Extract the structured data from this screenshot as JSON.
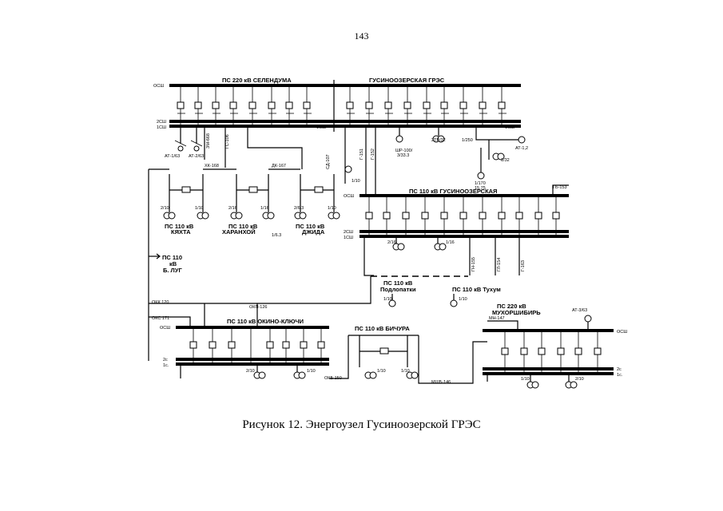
{
  "page_number": "143",
  "caption": "Рисунок 12.  Энергоузел Гусиноозерской ГРЭС",
  "substations": {
    "selenduma": "ПС 220 кВ СЕЛЕНДУМА",
    "gres": "ГУСИНООЗЕРСКАЯ ГРЭС",
    "gusinoozerskaya": "ПС 110 кВ ГУСИНООЗЕРСКАЯ",
    "kyakhta_1": "ПС 110 кВ",
    "kyakhta_2": "КЯХТА",
    "kharanhoy_1": "ПС 110 кВ",
    "kharanhoy_2": "ХАРАНХОЙ",
    "dzhida_1": "ПС 110 кВ",
    "dzhida_2": "ДЖИДА",
    "blug_1": "ПС 110",
    "blug_2": "кВ",
    "blug_3": "Б. ЛУГ",
    "podlopatki_1": "ПС 110 кВ",
    "podlopatki_2": "Подлопатки",
    "tukhum": "ПС 110 кВ Тухум",
    "mukhorshibir_1": "ПС 220 кВ",
    "mukhorshibir_2": "МУХОРШИБИРЬ",
    "okino": "ПС 110 кВ ОКИНО-КЛЮЧИ",
    "bichura": "ПС 110 кВ БИЧУРА"
  },
  "bus_labels": {
    "osh": "ОСШ",
    "sh2": "2СШ",
    "sh1": "1СШ",
    "c2": "2с",
    "c1": "1с."
  },
  "line_labels": {
    "hk168": "ХК-168",
    "dk167": "ДК-167",
    "okk120": "ОКК 120",
    "okp126": "ОКП-126",
    "okc171": "ОКС 171",
    "okb150": "ОКБ 150",
    "mshb146": "МШБ-146",
    "mn147": "МН-147",
    "gb153": "ГБ-153",
    "sd107": "СД-107",
    "g151": "Г-151",
    "g152": "Г-152",
    "gn155": "ГН-155",
    "gn154": "ГЛ-154",
    "g163": "Г-163",
    "zm668": "ЗМ-668",
    "gs106": "ГС-106",
    "at1_63": "АТ-1/63",
    "at2_63": "АТ-2/63",
    "at12": "АТ-1,2",
    "at3_63": "АТ-3/63",
    "shr": "ШР-100/",
    "shr2": "3/33.3",
    "t2tr": "2ТР/32",
    "t1_250": "1/250",
    "t1_32": "1/32",
    "t1_10": "1/10",
    "t1_170": "1/170",
    "t15_75": "15.75",
    "t2_10": "2/10",
    "t1_16": "1/16",
    "t2_16": "2/16",
    "t2_6": "2/6.3",
    "t1_6": "1/6.3",
    "t1_18": "1/16"
  }
}
